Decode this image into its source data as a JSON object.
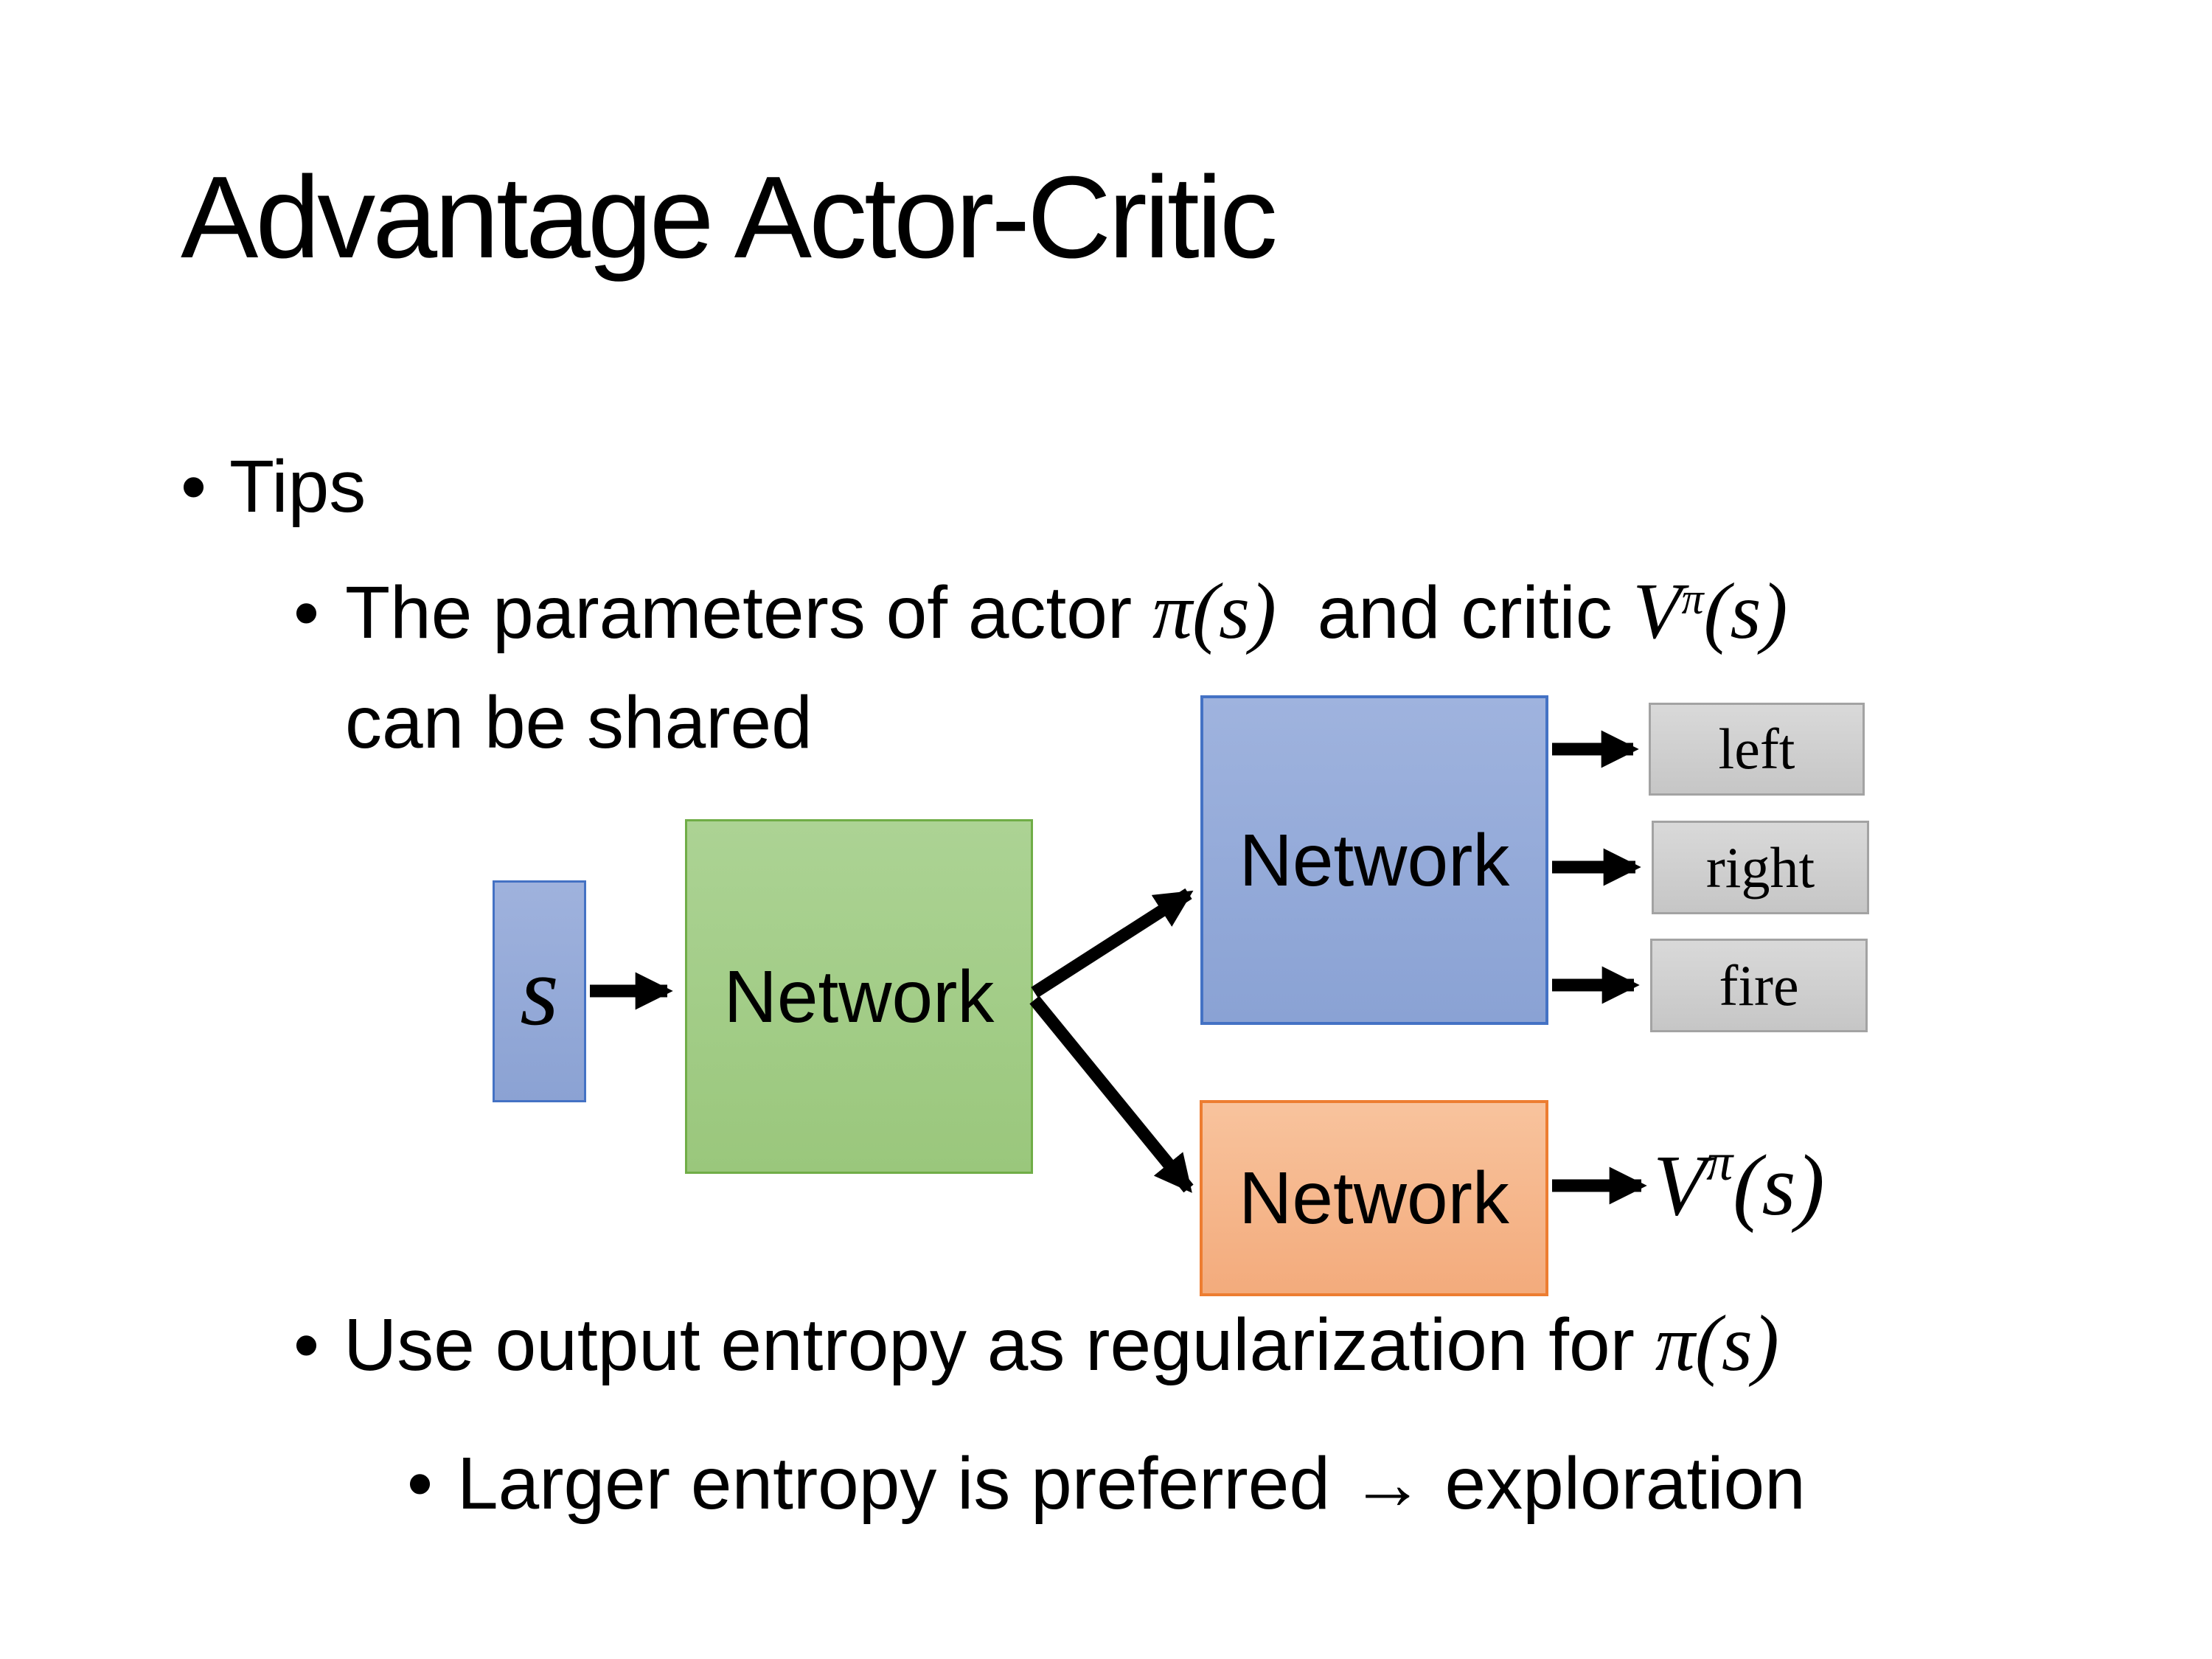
{
  "slide": {
    "title": "Advantage Actor-Critic",
    "bullet_char": "•",
    "bullets": {
      "tips": "Tips",
      "shared_prefix": "The parameters of actor ",
      "shared_actor_math": "π(s)",
      "shared_mid": "  and critic ",
      "shared_critic_v": "V",
      "shared_critic_sup": "π",
      "shared_critic_args": "(s)",
      "shared_line2": "can be shared",
      "entropy_prefix": "Use output entropy as regularization for ",
      "entropy_math": "π(s)",
      "exploration": "Larger entropy is preferred → exploration"
    }
  },
  "diagram": {
    "state_label": "s",
    "shared_network_label": "Network",
    "actor_network_label": "Network",
    "critic_network_label": "Network",
    "actions": [
      "left",
      "right",
      "fire"
    ],
    "value_v": "V",
    "value_sup": "π",
    "value_args": "(s)"
  },
  "colors": {
    "text": "#000000",
    "arrow": "#000000",
    "state_fill_top": "#9FB2DD",
    "state_fill_bottom": "#8BA2D3",
    "state_border": "#4472C4",
    "green_fill_top": "#ACD394",
    "green_fill_bottom": "#9AC77C",
    "green_border": "#70AD47",
    "blue_fill_top": "#9FB3DE",
    "blue_fill_bottom": "#8AA2D4",
    "blue_border": "#4472C4",
    "orange_fill_top": "#F8C39D",
    "orange_fill_bottom": "#F3AB7C",
    "orange_border": "#ED7D31",
    "gray_fill_top": "#D9D9D9",
    "gray_fill_bottom": "#C6C6C6",
    "gray_border": "#A3A3A3"
  }
}
